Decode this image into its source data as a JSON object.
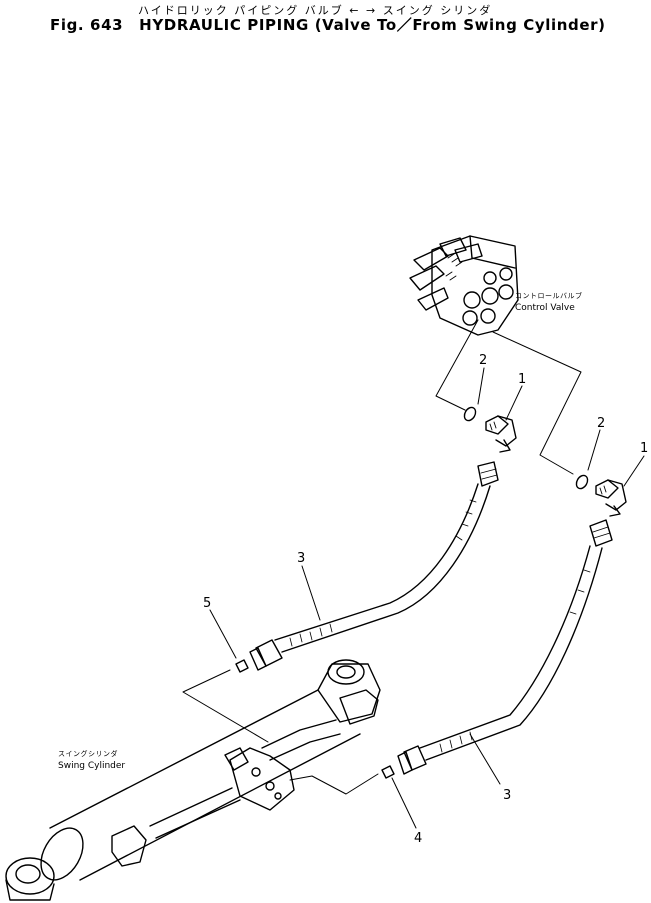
{
  "header": {
    "japanese_title": "ハイドロリック パイピング バルブ ←  → スイング シリンダ",
    "fig_number": "Fig. 643",
    "title": "HYDRAULIC PIPING (Valve To／From Swing Cylinder)"
  },
  "labels": {
    "control_valve_jp": "コントロールバルブ",
    "control_valve_en": "Control Valve",
    "swing_cylinder_jp": "スイングシリンダ",
    "swing_cylinder_en": "Swing Cylinder"
  },
  "callouts": {
    "elbow_upper": "1",
    "elbow_right": "1",
    "oring_upper": "2",
    "oring_right": "2",
    "hose_left": "3",
    "hose_right": "3",
    "plug_lower": "4",
    "plug_left": "5"
  }
}
